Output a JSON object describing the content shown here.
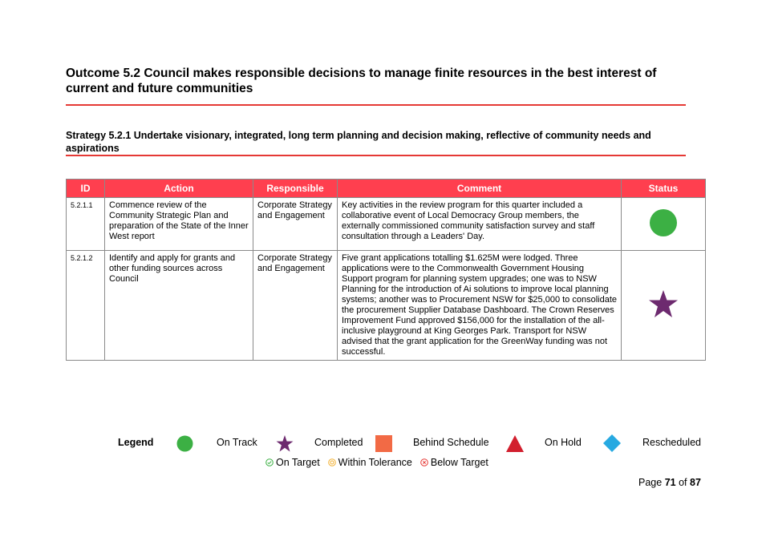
{
  "outcome": {
    "title": "Outcome 5.2 Council makes responsible decisions to manage finite resources in the best interest of current and future communities"
  },
  "strategy": {
    "title": "Strategy 5.2.1 Undertake visionary, integrated, long term planning and decision making, reflective of community needs and aspirations"
  },
  "table": {
    "headers": {
      "id": "ID",
      "action": "Action",
      "responsible": "Responsible",
      "comment": "Comment",
      "status": "Status"
    },
    "rows": [
      {
        "id": "5.2.1.1",
        "action": "Commence review of the Community Strategic Plan and preparation of the State of the Inner West report",
        "responsible": "Corporate Strategy and Engagement",
        "comment": "Key activities in the review program for this quarter included a collaborative event of Local Democracy Group members, the externally commissioned community satisfaction survey and staff consultation through a Leaders' Day.",
        "status": "On Track",
        "status_icon": "green-circle-icon"
      },
      {
        "id": "5.2.1.2",
        "action": "Identify and apply for grants and other funding sources across Council",
        "responsible": "Corporate Strategy and Engagement",
        "comment": "Five grant applications totalling $1.625M were lodged. Three applications were to the Commonwealth Government Housing Support program for planning system upgrades; one was to NSW Planning for the introduction of Ai solutions to improve local planning systems; another was to Procurement NSW for $25,000 to consolidate the procurement Supplier Database Dashboard. The Crown Reserves Improvement Fund approved $156,000 for the installation of the all-inclusive playground at King Georges Park. Transport for NSW advised that the grant application for the GreenWay funding was not successful.",
        "status": "Completed",
        "status_icon": "purple-star-icon"
      }
    ]
  },
  "legend": {
    "title": "Legend",
    "items": [
      {
        "label": "On Track",
        "icon": "green-circle-icon",
        "color": "#3cb044"
      },
      {
        "label": "Completed",
        "icon": "purple-star-icon",
        "color": "#6d2a6f"
      },
      {
        "label": "Behind Schedule",
        "icon": "orange-square-icon",
        "color": "#f26a45"
      },
      {
        "label": "On Hold",
        "icon": "red-triangle-icon",
        "color": "#d21f2e"
      },
      {
        "label": "Rescheduled",
        "icon": "blue-diamond-icon",
        "color": "#27a9e1"
      }
    ],
    "targets": [
      {
        "label": "On Target",
        "color": "#3cb044"
      },
      {
        "label": "Within Tolerance",
        "color": "#f2b134"
      },
      {
        "label": "Below Target",
        "color": "#e53935"
      }
    ]
  },
  "footer": {
    "page_prefix": "Page",
    "page_current": "71",
    "page_of": "of",
    "page_total": "87"
  }
}
